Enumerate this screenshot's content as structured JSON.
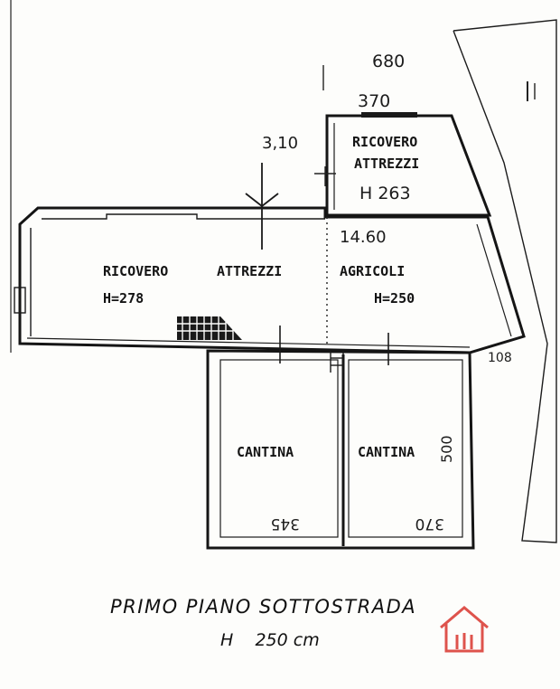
{
  "rooms": {
    "ricovero_small_l1": "RICOVERO",
    "ricovero_small_l2": "ATTREZZI",
    "ricovero_small_h": "H 263",
    "main_left_l1": "RICOVERO",
    "main_left_mid": "ATTREZZI",
    "main_right_l1": "AGRICOLI",
    "main_left_h": "H=278",
    "main_right_h": "H=250",
    "cantina_left": "CANTINA",
    "cantina_right": "CANTINA"
  },
  "dimensions": {
    "top_680": "680",
    "top_370": "370",
    "small_310": "3,10",
    "main_1460": "14.60",
    "right_108": "108",
    "cantina_left_bottom": "345",
    "cantina_right_bottom": "370",
    "cantina_right_side": "500"
  },
  "caption": {
    "line1": "PRIMO PIANO SOTTOSTRADA",
    "line2": "H    250 cm"
  },
  "watermark": {
    "color": "#d9362e"
  }
}
